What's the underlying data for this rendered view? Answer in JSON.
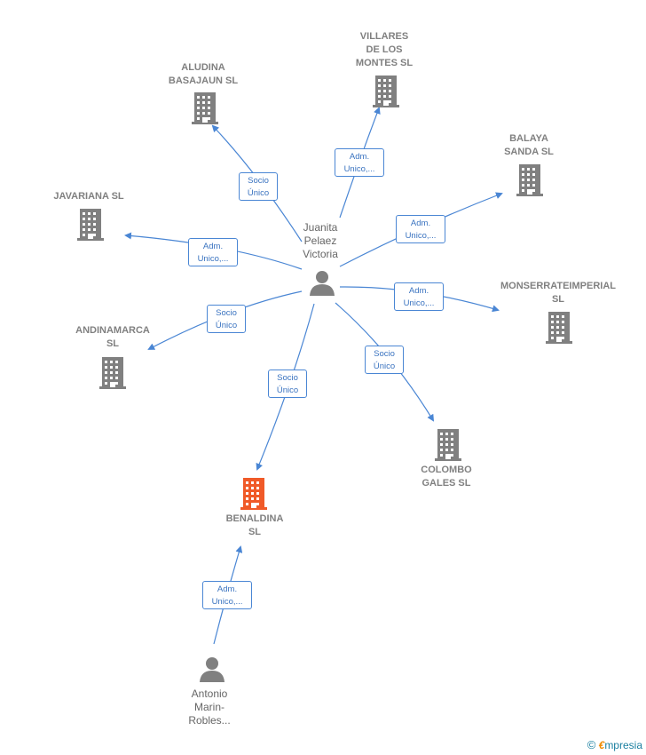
{
  "center_person": {
    "label": "Juanita\nPelaez\nVictoria"
  },
  "companies": [
    {
      "id": "villares",
      "label": "VILLARES\nDE LOS\nMONTES  SL"
    },
    {
      "id": "aludina",
      "label": "ALUDINA\nBASAJAUN  SL"
    },
    {
      "id": "balaya",
      "label": "BALAYA\nSANDA  SL"
    },
    {
      "id": "javariana",
      "label": "JAVARIANA  SL"
    },
    {
      "id": "monserrate",
      "label": "MONSERRATEIMPERIAL\nSL"
    },
    {
      "id": "andinamarca",
      "label": "ANDINAMARCA\nSL"
    },
    {
      "id": "colombo",
      "label": "COLOMBO\nGALES  SL"
    },
    {
      "id": "benaldina",
      "label": "BENALDINA\nSL"
    }
  ],
  "second_person": {
    "label": "Antonio\nMarin-\nRobles..."
  },
  "edges": [
    {
      "id": "e-villares",
      "label": "Adm.\nUnico,..."
    },
    {
      "id": "e-aludina",
      "label": "Socio\nÚnico"
    },
    {
      "id": "e-balaya",
      "label": "Adm.\nUnico,..."
    },
    {
      "id": "e-javariana",
      "label": "Adm.\nUnico,..."
    },
    {
      "id": "e-monserrate",
      "label": "Adm.\nUnico,..."
    },
    {
      "id": "e-andinamarca",
      "label": "Socio\nÚnico"
    },
    {
      "id": "e-colombo",
      "label": "Socio\nÚnico"
    },
    {
      "id": "e-benaldina",
      "label": "Socio\nÚnico"
    },
    {
      "id": "e-antonio",
      "label": "Adm.\nUnico,..."
    }
  ],
  "colors": {
    "edge": "#4a86d4",
    "company": "#808080",
    "highlight": "#f05a28",
    "person": "#808080"
  },
  "brand": {
    "copyright": "©",
    "e": "€",
    "name": "mpresia"
  }
}
